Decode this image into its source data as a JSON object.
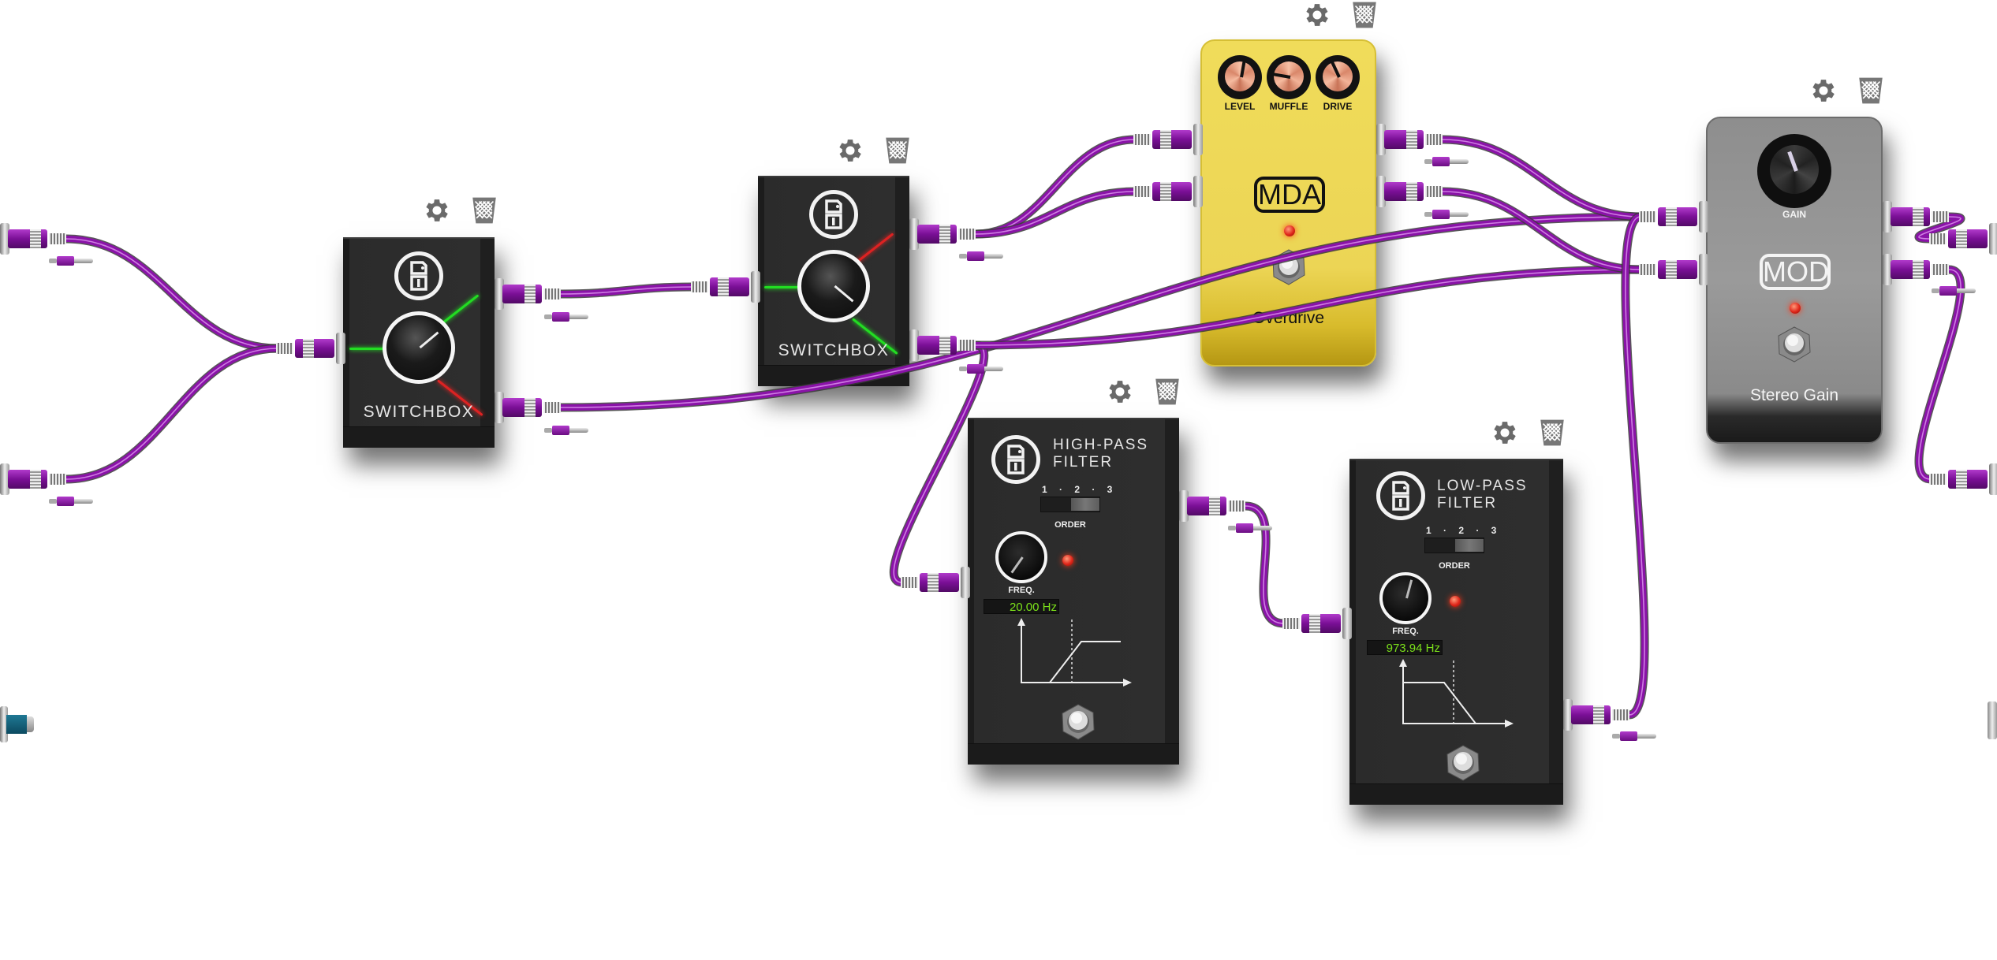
{
  "app": {
    "view": "pedalboard",
    "cable_color": "#8a13a8",
    "midi_port_color": "#1f7894"
  },
  "pedals": [
    {
      "id": "switchbox-1",
      "type": "switchbox",
      "label": "SWITCHBOX",
      "selected_output": "A",
      "actions": [
        "settings",
        "remove"
      ]
    },
    {
      "id": "switchbox-2",
      "type": "switchbox",
      "label": "SWITCHBOX",
      "selected_output": "B",
      "actions": [
        "settings",
        "remove"
      ]
    },
    {
      "id": "overdrive",
      "type": "overdrive",
      "brand": "MDA",
      "name": "Overdrive",
      "knobs": [
        {
          "label": "LEVEL",
          "value_fraction": 0.45
        },
        {
          "label": "MUFFLE",
          "value_fraction": 0.15
        },
        {
          "label": "DRIVE",
          "value_fraction": 0.4
        }
      ],
      "led": "on",
      "color": "#ecd555",
      "actions": [
        "settings",
        "remove"
      ]
    },
    {
      "id": "stereo-gain",
      "type": "gain",
      "brand": "MOD",
      "name": "Stereo Gain",
      "knobs": [
        {
          "label": "GAIN",
          "value_fraction": 0.45
        }
      ],
      "led": "on",
      "color": "#939393",
      "actions": [
        "settings",
        "remove"
      ]
    },
    {
      "id": "high-pass-filter",
      "type": "filter",
      "title_line1": "HIGH-PASS",
      "title_line2": "FILTER",
      "order_ticks": "1 · 2 · 3",
      "order_label": "ORDER",
      "order_value": 3,
      "freq_label": "FREQ.",
      "freq_display": "20.00 Hz",
      "freq_knob_fraction": 0.1,
      "led": "on",
      "curve": "high-pass",
      "actions": [
        "settings",
        "remove"
      ]
    },
    {
      "id": "low-pass-filter",
      "type": "filter",
      "title_line1": "LOW-PASS",
      "title_line2": "FILTER",
      "order_ticks": "1 · 2 · 3",
      "order_label": "ORDER",
      "order_value": 3,
      "freq_label": "FREQ.",
      "freq_display": "973.94 Hz",
      "freq_knob_fraction": 0.55,
      "led": "on",
      "curve": "low-pass",
      "actions": [
        "settings",
        "remove"
      ]
    }
  ],
  "connections": [
    {
      "from": "system:capture_1",
      "to": "switchbox-1:in"
    },
    {
      "from": "system:capture_2",
      "to": "switchbox-1:in"
    },
    {
      "from": "switchbox-1:out_a",
      "to": "switchbox-2:in"
    },
    {
      "from": "switchbox-1:out_b",
      "to": "stereo-gain:in_l"
    },
    {
      "from": "switchbox-2:out_a",
      "to": "overdrive:in_1"
    },
    {
      "from": "switchbox-2:out_a",
      "to": "overdrive:in_2"
    },
    {
      "from": "switchbox-2:out_b",
      "to": "high-pass-filter:in"
    },
    {
      "from": "switchbox-2:out_b",
      "to": "stereo-gain:in_r"
    },
    {
      "from": "overdrive:out_1",
      "to": "stereo-gain:in_l"
    },
    {
      "from": "overdrive:out_2",
      "to": "stereo-gain:in_r"
    },
    {
      "from": "high-pass-filter:out",
      "to": "low-pass-filter:in"
    },
    {
      "from": "low-pass-filter:out",
      "to": "stereo-gain:in_l"
    },
    {
      "from": "stereo-gain:out_l",
      "to": "system:playback_1"
    },
    {
      "from": "stereo-gain:out_r",
      "to": "system:playback_2"
    }
  ]
}
